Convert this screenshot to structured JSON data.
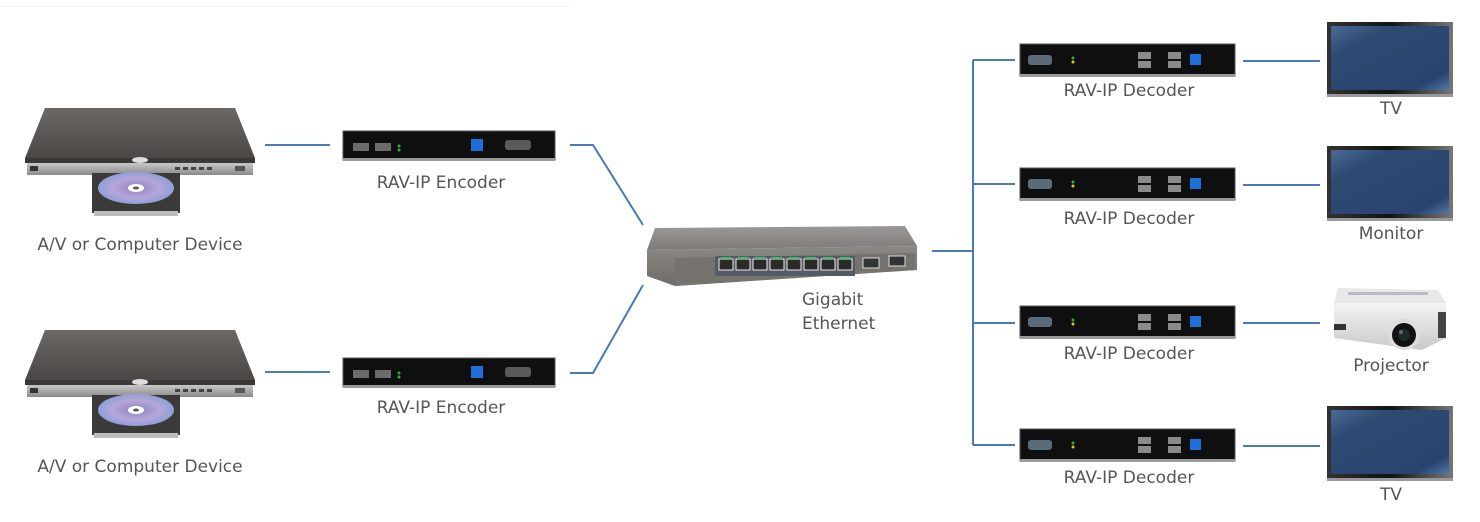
{
  "diagram": {
    "line_color": "#4a7ab8",
    "sources": [
      {
        "label": "A/V or Computer Device",
        "type": "dvd-player"
      },
      {
        "label": "A/V or Computer Device",
        "type": "dvd-player"
      }
    ],
    "encoders": [
      {
        "label": "RAV-IP Encoder"
      },
      {
        "label": "RAV-IP Encoder"
      }
    ],
    "switch": {
      "label_line1": "Gigabit",
      "label_line2": "Ethernet",
      "port_count": 8,
      "sfp_count": 2
    },
    "decoders": [
      {
        "label": "RAV-IP Decoder"
      },
      {
        "label": "RAV-IP Decoder"
      },
      {
        "label": "RAV-IP Decoder"
      },
      {
        "label": "RAV-IP Decoder"
      }
    ],
    "displays": [
      {
        "label": "TV",
        "type": "tv"
      },
      {
        "label": "Monitor",
        "type": "tv"
      },
      {
        "label": "Projector",
        "type": "projector"
      },
      {
        "label": "TV",
        "type": "tv"
      }
    ],
    "colors": {
      "text": "#555555",
      "device_dark": "#111111",
      "screen_blue": "#2e4a72",
      "accent_blue": "#1e6fd9",
      "switch_grey": "#8a8784"
    }
  }
}
